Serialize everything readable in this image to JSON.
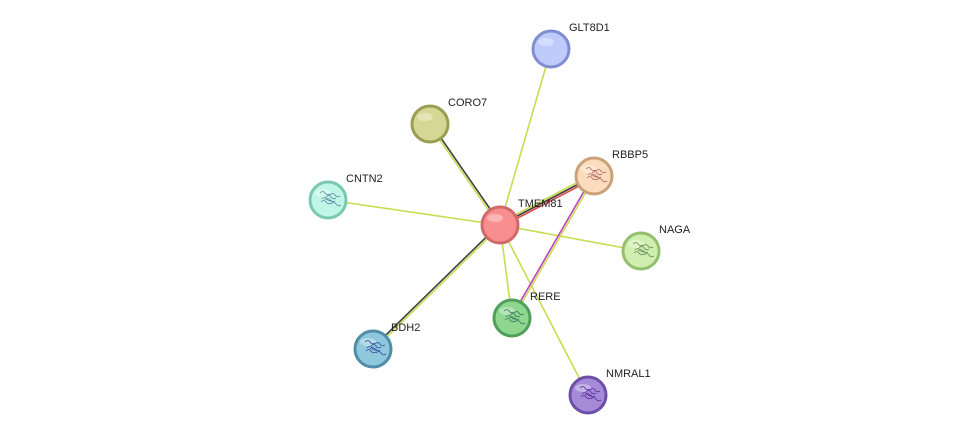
{
  "network": {
    "center": "TMEM81",
    "nodes": [
      {
        "id": "TMEM81",
        "label": "TMEM81",
        "fill": "#f98e8e",
        "stroke": "#d06a6a",
        "glyph": false,
        "glyph_color": ""
      },
      {
        "id": "GLT8D1",
        "label": "GLT8D1",
        "fill": "#bfcbfb",
        "stroke": "#7e8ed1",
        "glyph": false,
        "glyph_color": ""
      },
      {
        "id": "CORO7",
        "label": "CORO7",
        "fill": "#d4d894",
        "stroke": "#9a9e52",
        "glyph": false,
        "glyph_color": ""
      },
      {
        "id": "RBBP5",
        "label": "RBBP5",
        "fill": "#fbdcbc",
        "stroke": "#c9a27c",
        "glyph": true,
        "glyph_color": "#b26a6a"
      },
      {
        "id": "CNTN2",
        "label": "CNTN2",
        "fill": "#bff6e6",
        "stroke": "#7bc8b0",
        "glyph": true,
        "glyph_color": "#5b8fa8"
      },
      {
        "id": "NAGA",
        "label": "NAGA",
        "fill": "#cfeeb0",
        "stroke": "#92c06c",
        "glyph": true,
        "glyph_color": "#6b8f5a"
      },
      {
        "id": "RERE",
        "label": "RERE",
        "fill": "#8fd68f",
        "stroke": "#4f9e5a",
        "glyph": true,
        "glyph_color": "#3d7a66"
      },
      {
        "id": "BDH2",
        "label": "BDH2",
        "fill": "#8ec8dc",
        "stroke": "#4f8ea6",
        "glyph": true,
        "glyph_color": "#3a4fa0"
      },
      {
        "id": "NMRAL1",
        "label": "NMRAL1",
        "fill": "#a58ad8",
        "stroke": "#6d4fa8",
        "glyph": true,
        "glyph_color": "#5a2fa0"
      }
    ],
    "edges": [
      {
        "source": "TMEM81",
        "target": "GLT8D1",
        "colors": [
          "#c8dc50"
        ]
      },
      {
        "source": "TMEM81",
        "target": "CORO7",
        "colors": [
          "#c8dc50",
          "#404040"
        ]
      },
      {
        "source": "TMEM81",
        "target": "RBBP5",
        "colors": [
          "#c8dc50",
          "#404040",
          "#e04848"
        ]
      },
      {
        "source": "TMEM81",
        "target": "CNTN2",
        "colors": [
          "#c8dc50"
        ]
      },
      {
        "source": "TMEM81",
        "target": "NAGA",
        "colors": [
          "#c8dc50"
        ]
      },
      {
        "source": "TMEM81",
        "target": "RERE",
        "colors": [
          "#c8dc50"
        ]
      },
      {
        "source": "TMEM81",
        "target": "BDH2",
        "colors": [
          "#c8dc50",
          "#404040"
        ]
      },
      {
        "source": "TMEM81",
        "target": "NMRAL1",
        "colors": [
          "#c8dc50"
        ]
      },
      {
        "source": "RBBP5",
        "target": "RERE",
        "colors": [
          "#c8dc50",
          "#c040c0"
        ]
      }
    ]
  }
}
